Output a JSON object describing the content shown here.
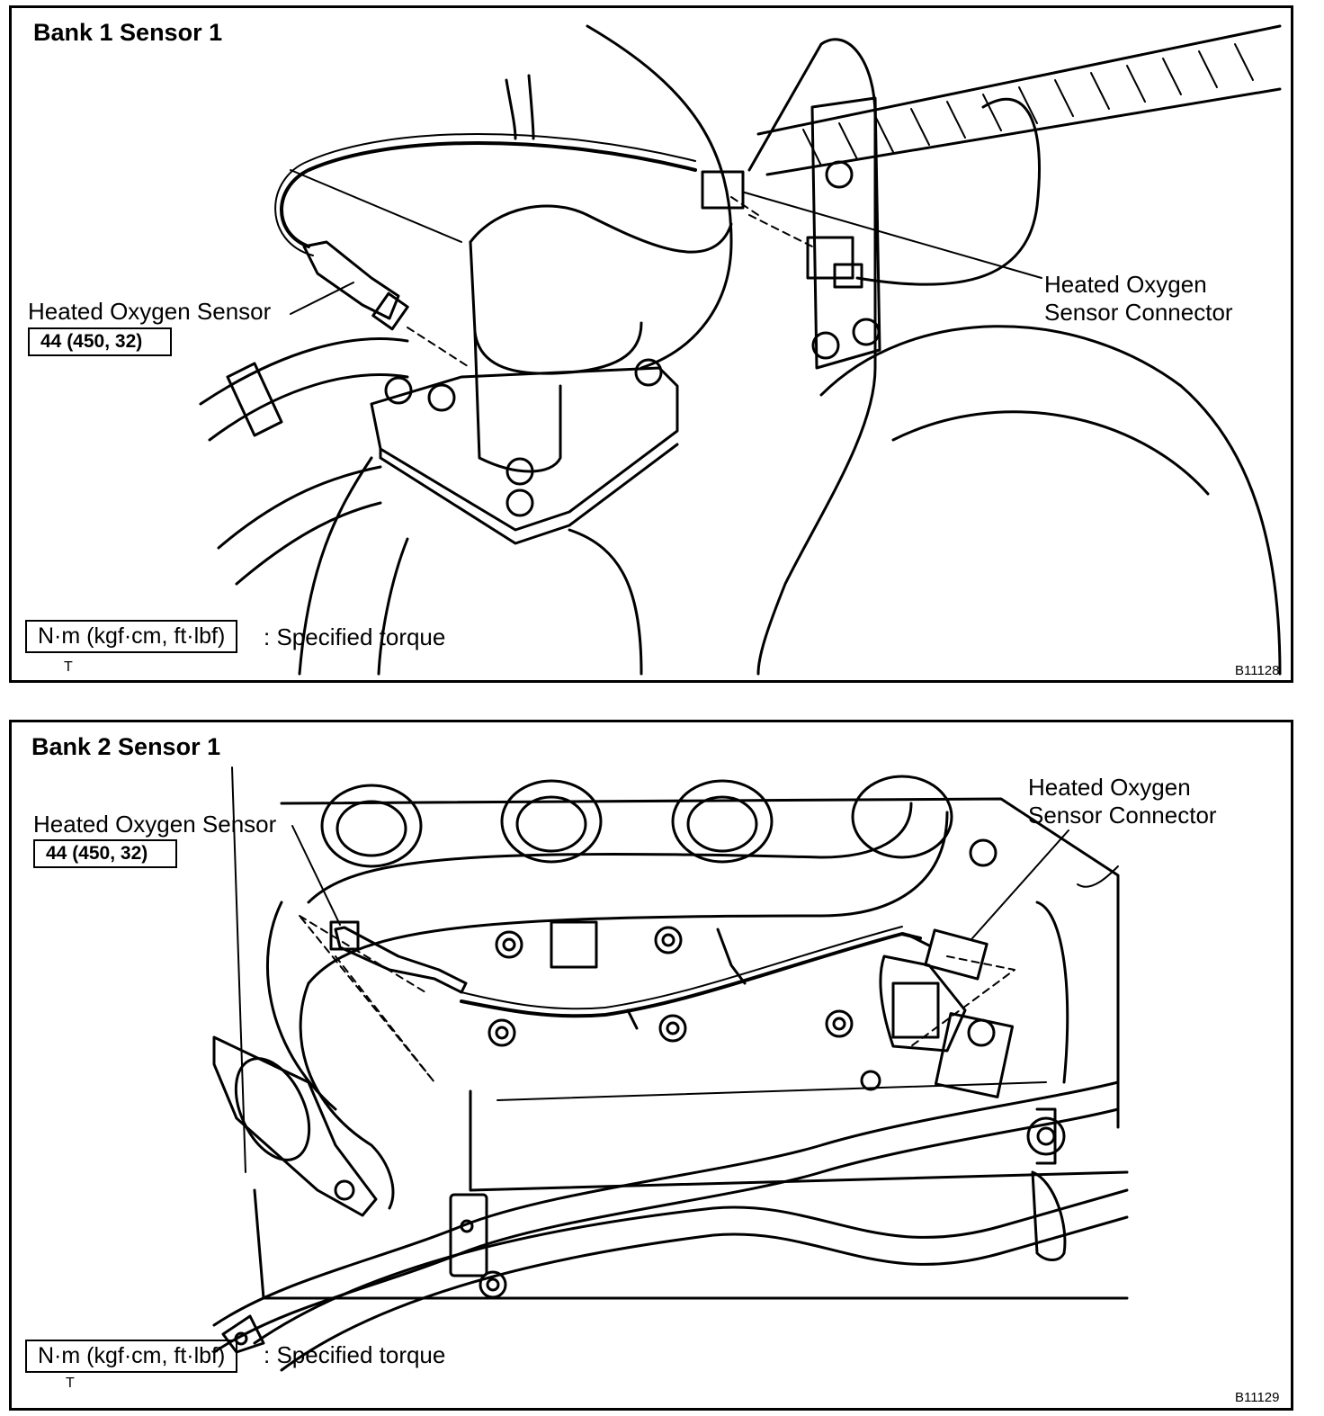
{
  "panels": [
    {
      "title": "Bank 1 Sensor 1",
      "sensor_label": "Heated Oxygen Sensor",
      "torque": "44 (450, 32)",
      "connector_label_line1": "Heated Oxygen",
      "connector_label_line2": "Sensor Connector",
      "legend_units": "N·m (kgf·cm, ft·lbf)",
      "legend_text": ": Specified torque",
      "legend_mark": "T",
      "figure_code": "B11128"
    },
    {
      "title": "Bank 2 Sensor 1",
      "sensor_label": "Heated Oxygen Sensor",
      "torque": "44 (450, 32)",
      "connector_label_line1": "Heated Oxygen",
      "connector_label_line2": "Sensor Connector",
      "legend_units": "N·m (kgf·cm, ft·lbf)",
      "legend_text": ": Specified torque",
      "legend_mark": "T",
      "figure_code": "B11129"
    }
  ]
}
